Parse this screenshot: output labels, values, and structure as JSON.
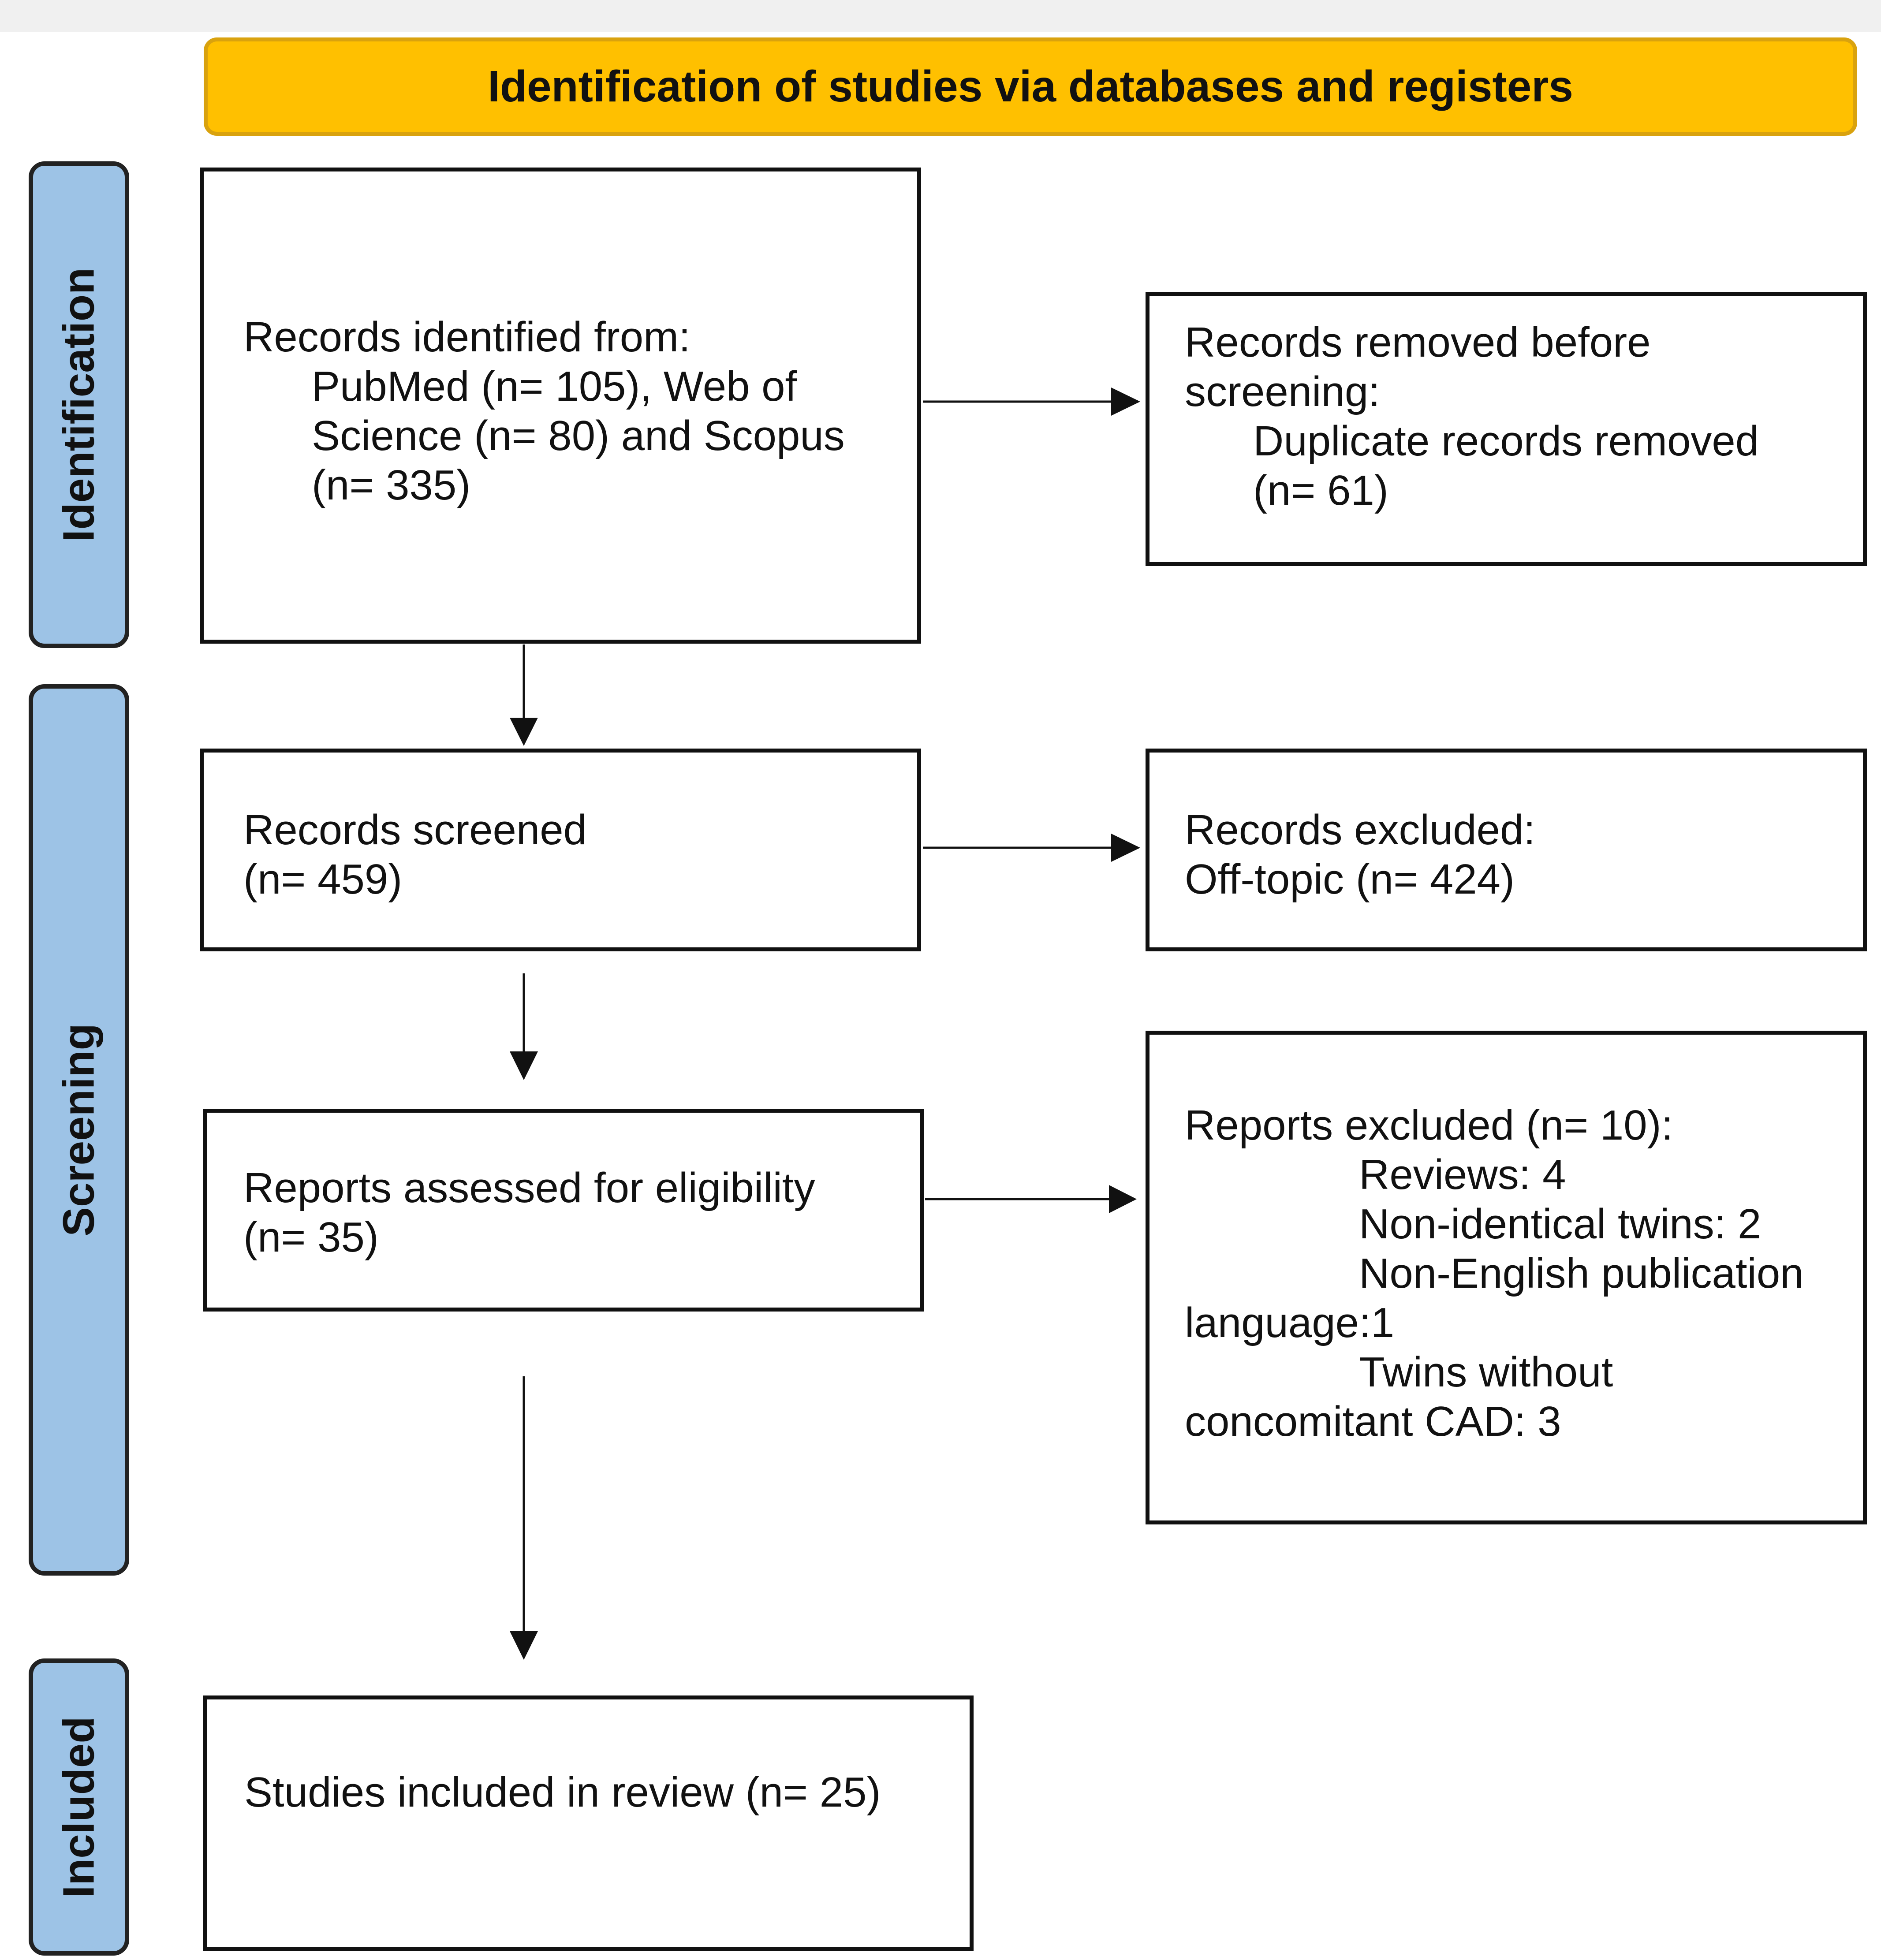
{
  "header": {
    "title": "Identification of studies via databases and registers"
  },
  "phases": {
    "identification": "Identification",
    "screening": "Screening",
    "included": "Included"
  },
  "boxes": {
    "records_identified": {
      "line1": "Records identified from:",
      "line2": "PubMed (n= 105), Web of",
      "line3": "Science (n= 80) and Scopus",
      "line4": "(n= 335)"
    },
    "records_removed": {
      "line1": "Records removed before",
      "line2": "screening:",
      "line3": "Duplicate records removed",
      "line4": "(n= 61)"
    },
    "records_screened": {
      "line1": "Records screened",
      "line2": "(n= 459)"
    },
    "records_excluded": {
      "line1": "Records excluded:",
      "line2": "Off-topic (n= 424)"
    },
    "reports_assessed": {
      "line1": "Reports assessed for eligibility",
      "line2": "(n= 35)"
    },
    "reports_excluded": {
      "line1": "Reports excluded (n= 10):",
      "line2": "Reviews: 4",
      "line3": "Non-identical twins: 2",
      "line4": "Non-English publication",
      "line5": "language:1",
      "line6": "Twins without",
      "line7": "concomitant CAD: 3"
    },
    "studies_included": {
      "line1": "Studies included in review (n= 25)"
    }
  },
  "colors": {
    "header_fill": "#ffc000",
    "phase_fill": "#9dc3e6",
    "line": "#111111"
  }
}
